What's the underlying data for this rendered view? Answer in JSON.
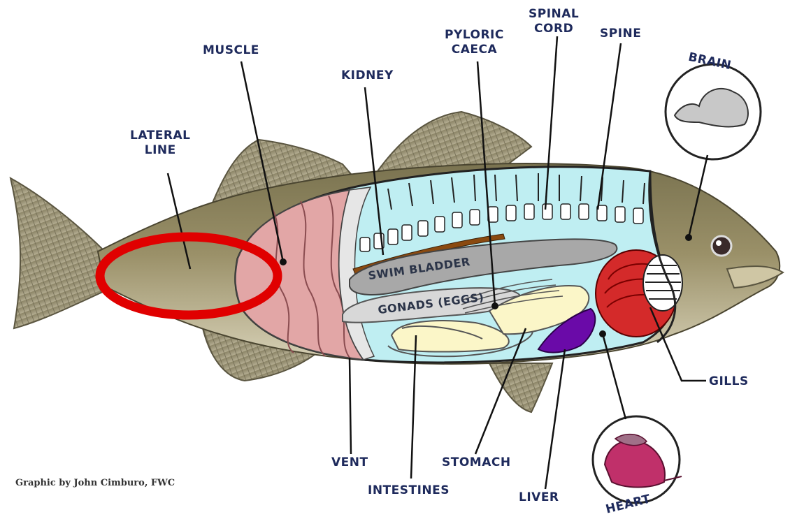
{
  "labels": {
    "muscle": "MUSCLE",
    "kidney": "KIDNEY",
    "lateral_line": [
      "LATERAL",
      "LINE"
    ],
    "pyloric_caeca": [
      "PYLORIC",
      "CAECA"
    ],
    "spinal_cord": [
      "SPINAL",
      "CORD"
    ],
    "spine": "SPINE",
    "brain": "BRAIN",
    "gills": "GILLS",
    "vent": "VENT",
    "intestines": "INTESTINES",
    "stomach": "STOMACH",
    "liver": "LIVER",
    "heart": "HEART"
  },
  "inner_labels": {
    "swim_bladder": "SWIM BLADDER",
    "gonads": "GONADS (EGGS)"
  },
  "credit": "Graphic by John Cimburo, FWC",
  "colors": {
    "label_text": "#1e2a5c",
    "highlight_ring": "#e00000",
    "body_cavity": "#bfeef2",
    "muscle": "#e0a8a8",
    "gills": "#d42a2a",
    "liver": "#6a0aa8",
    "heart": "#c0306a"
  }
}
